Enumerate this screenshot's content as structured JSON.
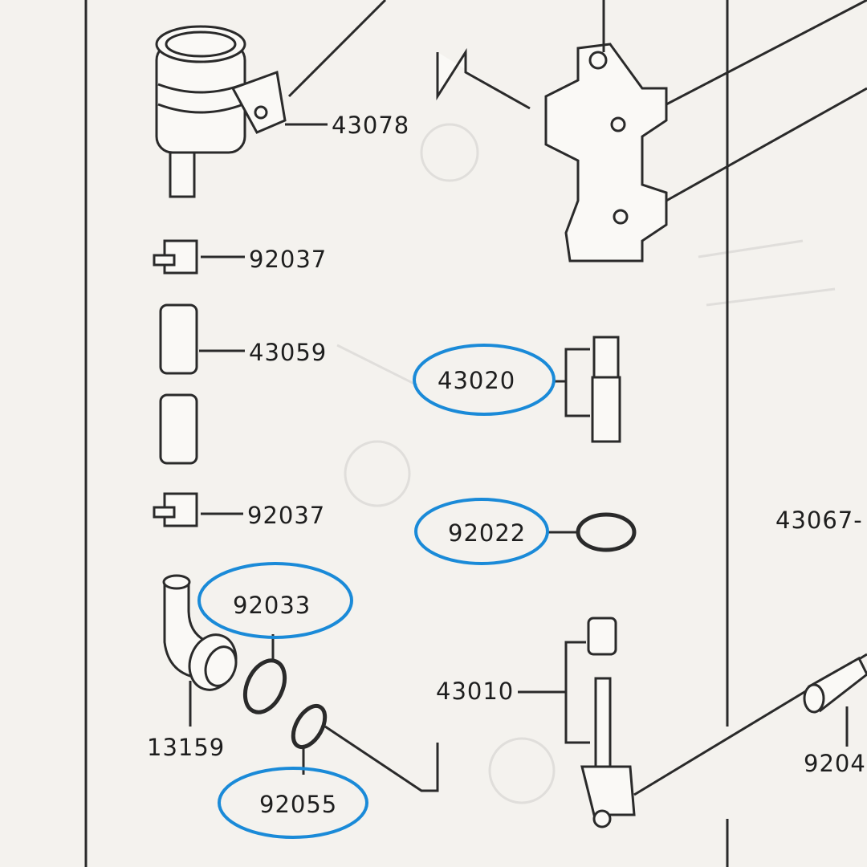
{
  "diagram": {
    "part_labels": [
      {
        "id": "43078",
        "text": "43078"
      },
      {
        "id": "92037a",
        "text": "92037"
      },
      {
        "id": "43059",
        "text": "43059"
      },
      {
        "id": "92037b",
        "text": "92037"
      },
      {
        "id": "92033",
        "text": "92033"
      },
      {
        "id": "13159",
        "text": "13159"
      },
      {
        "id": "92055",
        "text": "92055"
      },
      {
        "id": "43020",
        "text": "43020"
      },
      {
        "id": "92022",
        "text": "92022"
      },
      {
        "id": "43010",
        "text": "43010"
      },
      {
        "id": "43067",
        "text": "43067-"
      },
      {
        "id": "9204",
        "text": "9204"
      }
    ],
    "highlighted": [
      "43020",
      "92022",
      "92033",
      "92055"
    ],
    "highlight_color": "#1a8ad8",
    "ink_color": "#2a2a2a"
  }
}
